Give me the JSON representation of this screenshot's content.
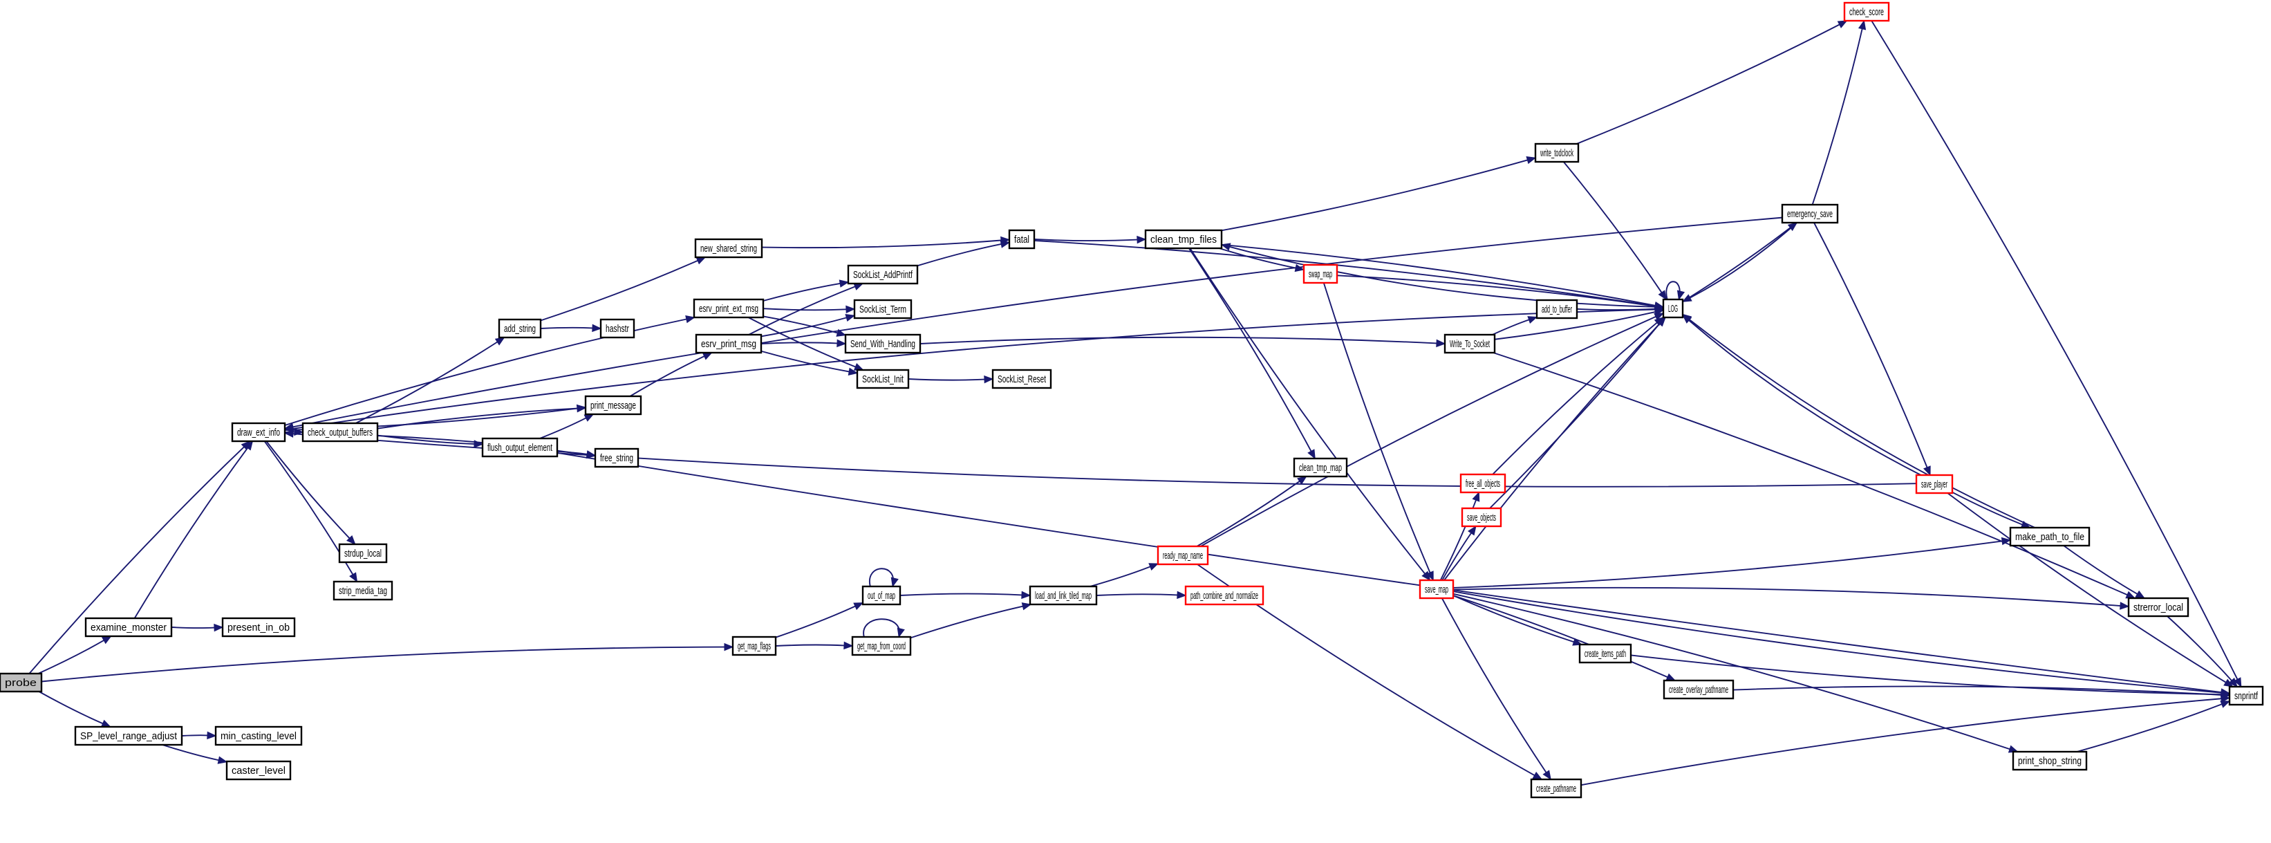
{
  "title": "probe call graph",
  "colors": {
    "edge": "#191970",
    "node_border": "#000000",
    "node_border_truncated": "#ff0000",
    "node_fill": "#ffffff",
    "root_fill": "#bfbfbf"
  },
  "nodes": [
    {
      "id": "probe",
      "label": "probe",
      "kind": "root"
    },
    {
      "id": "draw_ext_info",
      "label": "draw_ext_info",
      "kind": "normal"
    },
    {
      "id": "examine_monster",
      "label": "examine_monster",
      "kind": "normal"
    },
    {
      "id": "present_in_ob",
      "label": "present_in_ob",
      "kind": "normal"
    },
    {
      "id": "SP_level_range_adjust",
      "label": "SP_level_range_adjust",
      "kind": "normal"
    },
    {
      "id": "min_casting_level",
      "label": "min_casting_level",
      "kind": "normal"
    },
    {
      "id": "caster_level",
      "label": "caster_level",
      "kind": "normal"
    },
    {
      "id": "check_output_buffers",
      "label": "check_output_buffers",
      "kind": "normal"
    },
    {
      "id": "strdup_local",
      "label": "strdup_local",
      "kind": "normal"
    },
    {
      "id": "strip_media_tag",
      "label": "strip_media_tag",
      "kind": "normal"
    },
    {
      "id": "add_string",
      "label": "add_string",
      "kind": "normal"
    },
    {
      "id": "hashstr",
      "label": "hashstr",
      "kind": "normal"
    },
    {
      "id": "print_message",
      "label": "print_message",
      "kind": "normal"
    },
    {
      "id": "flush_output_element",
      "label": "flush_output_element",
      "kind": "normal"
    },
    {
      "id": "free_string",
      "label": "free_string",
      "kind": "normal"
    },
    {
      "id": "new_shared_string",
      "label": "new_shared_string",
      "kind": "normal"
    },
    {
      "id": "esrv_print_ext_msg",
      "label": "esrv_print_ext_msg",
      "kind": "normal"
    },
    {
      "id": "esrv_print_msg",
      "label": "esrv_print_msg",
      "kind": "normal"
    },
    {
      "id": "SockList_AddPrintf",
      "label": "SockList_AddPrintf",
      "kind": "normal"
    },
    {
      "id": "SockList_Term",
      "label": "SockList_Term",
      "kind": "normal"
    },
    {
      "id": "Send_With_Handling",
      "label": "Send_With_Handling",
      "kind": "normal"
    },
    {
      "id": "SockList_Init",
      "label": "SockList_Init",
      "kind": "normal"
    },
    {
      "id": "SockList_Reset",
      "label": "SockList_Reset",
      "kind": "normal"
    },
    {
      "id": "fatal",
      "label": "fatal",
      "kind": "normal"
    },
    {
      "id": "clean_tmp_files",
      "label": "clean_tmp_files",
      "kind": "normal"
    },
    {
      "id": "swap_map",
      "label": "swap_map",
      "kind": "truncated"
    },
    {
      "id": "clean_tmp_map",
      "label": "clean_tmp_map",
      "kind": "normal"
    },
    {
      "id": "write_todclock",
      "label": "write_todclock",
      "kind": "normal"
    },
    {
      "id": "Write_To_Socket",
      "label": "Write_To_Socket",
      "kind": "normal"
    },
    {
      "id": "add_to_buffer",
      "label": "add_to_buffer",
      "kind": "normal"
    },
    {
      "id": "LOG",
      "label": "LOG",
      "kind": "normal"
    },
    {
      "id": "emergency_save",
      "label": "emergency_save",
      "kind": "normal"
    },
    {
      "id": "check_score",
      "label": "check_score",
      "kind": "truncated"
    },
    {
      "id": "get_map_flags",
      "label": "get_map_flags",
      "kind": "normal"
    },
    {
      "id": "out_of_map",
      "label": "out_of_map",
      "kind": "normal"
    },
    {
      "id": "get_map_from_coord",
      "label": "get_map_from_coord",
      "kind": "normal"
    },
    {
      "id": "load_and_link_tiled_map",
      "label": "load_and_link_tiled_map",
      "kind": "normal"
    },
    {
      "id": "path_combine_and_normalize",
      "label": "path_combine_and_normalize",
      "kind": "truncated"
    },
    {
      "id": "ready_map_name",
      "label": "ready_map_name",
      "kind": "truncated"
    },
    {
      "id": "free_all_objects",
      "label": "free_all_objects",
      "kind": "truncated"
    },
    {
      "id": "save_objects",
      "label": "save_objects",
      "kind": "truncated"
    },
    {
      "id": "save_map",
      "label": "save_map",
      "kind": "truncated"
    },
    {
      "id": "save_player",
      "label": "save_player",
      "kind": "truncated"
    },
    {
      "id": "make_path_to_file",
      "label": "make_path_to_file",
      "kind": "normal"
    },
    {
      "id": "strerror_local",
      "label": "strerror_local",
      "kind": "normal"
    },
    {
      "id": "create_items_path",
      "label": "create_items_path",
      "kind": "normal"
    },
    {
      "id": "create_overlay_pathname",
      "label": "create_overlay_pathname",
      "kind": "normal"
    },
    {
      "id": "print_shop_string",
      "label": "print_shop_string",
      "kind": "normal"
    },
    {
      "id": "create_pathname",
      "label": "create_pathname",
      "kind": "normal"
    },
    {
      "id": "snprintf",
      "label": "snprintf",
      "kind": "normal"
    }
  ],
  "edges": [
    [
      "probe",
      "draw_ext_info"
    ],
    [
      "probe",
      "examine_monster"
    ],
    [
      "probe",
      "get_map_flags"
    ],
    [
      "probe",
      "SP_level_range_adjust"
    ],
    [
      "examine_monster",
      "draw_ext_info"
    ],
    [
      "examine_monster",
      "present_in_ob"
    ],
    [
      "SP_level_range_adjust",
      "min_casting_level"
    ],
    [
      "SP_level_range_adjust",
      "caster_level"
    ],
    [
      "draw_ext_info",
      "check_output_buffers"
    ],
    [
      "draw_ext_info",
      "print_message"
    ],
    [
      "draw_ext_info",
      "esrv_print_ext_msg"
    ],
    [
      "draw_ext_info",
      "strdup_local"
    ],
    [
      "draw_ext_info",
      "strip_media_tag"
    ],
    [
      "check_output_buffers",
      "add_string"
    ],
    [
      "check_output_buffers",
      "print_message"
    ],
    [
      "check_output_buffers",
      "flush_output_element"
    ],
    [
      "check_output_buffers",
      "free_string"
    ],
    [
      "flush_output_element",
      "print_message"
    ],
    [
      "flush_output_element",
      "free_string"
    ],
    [
      "flush_output_element",
      "snprintf"
    ],
    [
      "add_string",
      "hashstr"
    ],
    [
      "add_string",
      "new_shared_string"
    ],
    [
      "print_message",
      "esrv_print_msg"
    ],
    [
      "new_shared_string",
      "fatal"
    ],
    [
      "esrv_print_ext_msg",
      "SockList_AddPrintf"
    ],
    [
      "esrv_print_ext_msg",
      "SockList_Term"
    ],
    [
      "esrv_print_ext_msg",
      "Send_With_Handling"
    ],
    [
      "esrv_print_ext_msg",
      "SockList_Init"
    ],
    [
      "esrv_print_msg",
      "SockList_AddPrintf"
    ],
    [
      "esrv_print_msg",
      "SockList_Term"
    ],
    [
      "esrv_print_msg",
      "Send_With_Handling"
    ],
    [
      "esrv_print_msg",
      "SockList_Init"
    ],
    [
      "SockList_AddPrintf",
      "fatal"
    ],
    [
      "SockList_Init",
      "SockList_Reset"
    ],
    [
      "Send_With_Handling",
      "Write_To_Socket"
    ],
    [
      "fatal",
      "clean_tmp_files"
    ],
    [
      "fatal",
      "LOG"
    ],
    [
      "clean_tmp_files",
      "write_todclock"
    ],
    [
      "clean_tmp_files",
      "LOG"
    ],
    [
      "clean_tmp_files",
      "swap_map"
    ],
    [
      "clean_tmp_files",
      "clean_tmp_map"
    ],
    [
      "clean_tmp_files",
      "save_map"
    ],
    [
      "LOG",
      "clean_tmp_files"
    ],
    [
      "LOG",
      "draw_ext_info"
    ],
    [
      "LOG",
      "LOG"
    ],
    [
      "LOG",
      "emergency_save"
    ],
    [
      "swap_map",
      "LOG"
    ],
    [
      "swap_map",
      "save_map"
    ],
    [
      "write_todclock",
      "LOG"
    ],
    [
      "write_todclock",
      "check_score"
    ],
    [
      "Write_To_Socket",
      "add_to_buffer"
    ],
    [
      "Write_To_Socket",
      "LOG"
    ],
    [
      "Write_To_Socket",
      "strerror_local"
    ],
    [
      "add_to_buffer",
      "LOG"
    ],
    [
      "emergency_save",
      "LOG"
    ],
    [
      "emergency_save",
      "check_score"
    ],
    [
      "emergency_save",
      "save_player"
    ],
    [
      "emergency_save",
      "draw_ext_info"
    ],
    [
      "check_score",
      "snprintf"
    ],
    [
      "get_map_flags",
      "out_of_map"
    ],
    [
      "get_map_flags",
      "get_map_from_coord"
    ],
    [
      "out_of_map",
      "out_of_map"
    ],
    [
      "out_of_map",
      "load_and_link_tiled_map"
    ],
    [
      "get_map_from_coord",
      "get_map_from_coord"
    ],
    [
      "get_map_from_coord",
      "load_and_link_tiled_map"
    ],
    [
      "load_and_link_tiled_map",
      "ready_map_name"
    ],
    [
      "load_and_link_tiled_map",
      "path_combine_and_normalize"
    ],
    [
      "ready_map_name",
      "clean_tmp_map"
    ],
    [
      "ready_map_name",
      "LOG"
    ],
    [
      "ready_map_name",
      "create_pathname"
    ],
    [
      "save_map",
      "LOG"
    ],
    [
      "save_map",
      "free_all_objects"
    ],
    [
      "save_map",
      "save_objects"
    ],
    [
      "save_map",
      "make_path_to_file"
    ],
    [
      "save_map",
      "strerror_local"
    ],
    [
      "save_map",
      "create_items_path"
    ],
    [
      "save_map",
      "create_overlay_pathname"
    ],
    [
      "save_map",
      "snprintf"
    ],
    [
      "save_map",
      "print_shop_string"
    ],
    [
      "save_map",
      "create_pathname"
    ],
    [
      "free_all_objects",
      "LOG"
    ],
    [
      "save_objects",
      "LOG"
    ],
    [
      "save_player",
      "draw_ext_info"
    ],
    [
      "save_player",
      "make_path_to_file"
    ],
    [
      "save_player",
      "LOG"
    ],
    [
      "save_player",
      "snprintf"
    ],
    [
      "make_path_to_file",
      "LOG"
    ],
    [
      "make_path_to_file",
      "strerror_local"
    ],
    [
      "strerror_local",
      "snprintf"
    ],
    [
      "create_items_path",
      "snprintf"
    ],
    [
      "create_overlay_pathname",
      "snprintf"
    ],
    [
      "print_shop_string",
      "snprintf"
    ],
    [
      "create_pathname",
      "snprintf"
    ]
  ]
}
